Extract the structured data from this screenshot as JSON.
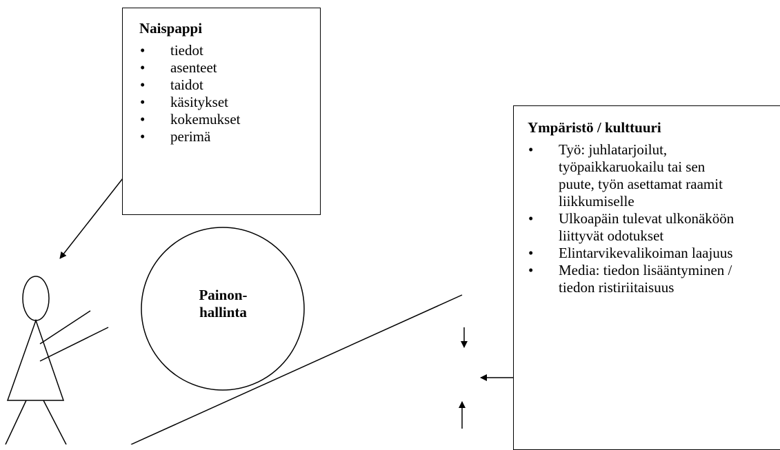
{
  "naispappi": {
    "title": "Naispappi",
    "items": [
      "tiedot",
      "asenteet",
      "taidot",
      "käsitykset",
      "kokemukset",
      "perimä"
    ]
  },
  "circle": {
    "line1": "Painon-",
    "line2": "hallinta"
  },
  "ymparisto": {
    "title": "Ympäristö / kulttuuri",
    "items": [
      "Työ: juhlatarjoilut, työpaikkaruokailu tai sen puute, työn asettamat raamit liikkumiselle",
      "Ulkoapäin tulevat ulkonäköön liittyvät odotukset",
      "Elintarvikevalikoiman laajuus",
      "Media: tiedon lisääntyminen / tiedon ristiriitaisuus"
    ]
  },
  "colors": {
    "stroke": "#000000",
    "background": "#ffffff"
  }
}
